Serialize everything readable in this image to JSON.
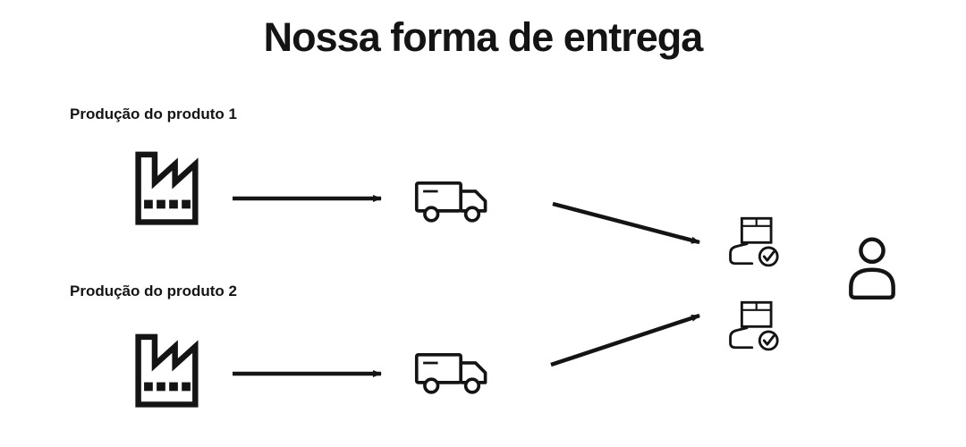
{
  "title": "Nossa forma de entrega",
  "rows": [
    {
      "label": "Produção do produto 1"
    },
    {
      "label": "Produção do produto 2"
    }
  ],
  "icons": {
    "factory": "factory-icon",
    "truck": "delivery-truck-icon",
    "package": "package-handover-check-icon",
    "person": "customer-person-icon"
  },
  "colors": {
    "foreground": "#141414",
    "background": "#ffffff"
  }
}
